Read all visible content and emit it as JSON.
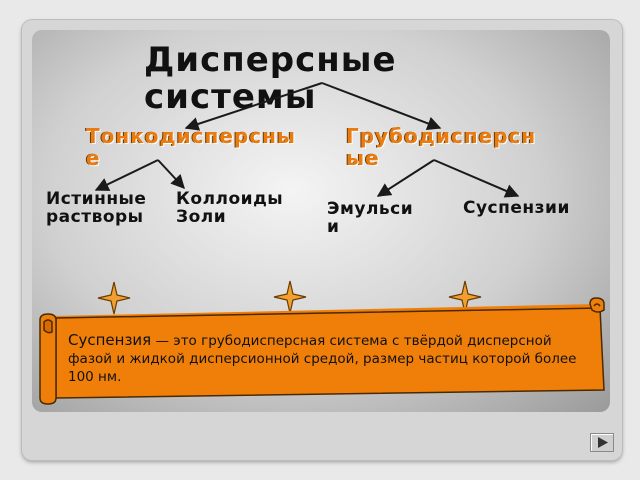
{
  "diagram": {
    "title": "Дисперсные\nсистемы",
    "categories": [
      {
        "label": "Тонкодисперсны\nе"
      },
      {
        "label": "Грубодисперсн\nые"
      }
    ],
    "leaves": [
      {
        "label": "Истинные\nрастворы"
      },
      {
        "label": "Коллоиды\nЗоли"
      },
      {
        "label": "Эмульси\nи"
      },
      {
        "label": "Суспензии"
      }
    ]
  },
  "definition": {
    "term": "Суспензия",
    "text": " — это грубодисперсная система с твёрдой дисперсной фазой и жидкой дисперсионной средой, размер частиц которой более 100 нм."
  },
  "colors": {
    "accent": "#e87c12",
    "scroll_fill": "#f07f0a",
    "star_fill": "#f0a030",
    "arrow": "#1a1a1a"
  },
  "icons": {
    "star": "four-point-star-icon",
    "next": "play-triangle-icon"
  }
}
